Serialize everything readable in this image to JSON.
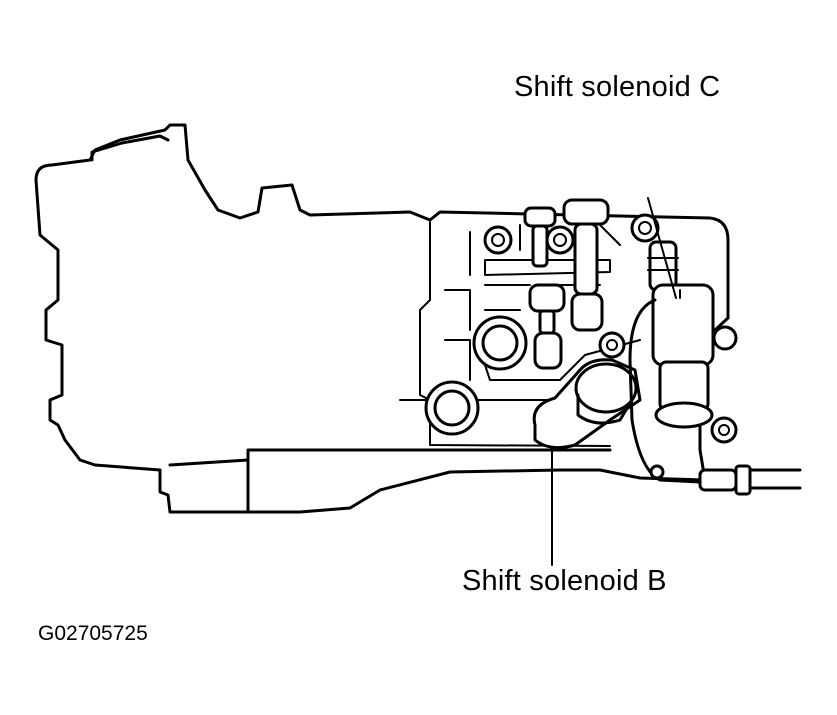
{
  "labels": {
    "shift_solenoid_c": "Shift solenoid C",
    "shift_solenoid_b": "Shift solenoid B",
    "figure_id": "G02705725"
  },
  "colors": {
    "line": "#000000",
    "background": "#ffffff"
  }
}
